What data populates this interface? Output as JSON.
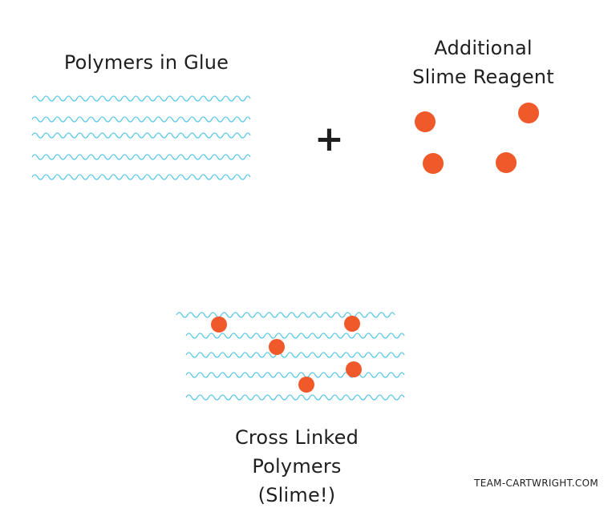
{
  "glue_section": {
    "title": "Polymers in Glue"
  },
  "reagent_section": {
    "title_line1": "Additional",
    "title_line2": "Slime Reagent"
  },
  "operator": "+",
  "result_section": {
    "title_line1": "Cross Linked",
    "title_line2": "Polymers",
    "title_line3": "(Slime!)"
  },
  "credit": "TEAM-CARTWRIGHT.COM",
  "colors": {
    "polymer": "#5bc8e8",
    "reagent": "#f0592a",
    "text": "#1f1f1f"
  }
}
